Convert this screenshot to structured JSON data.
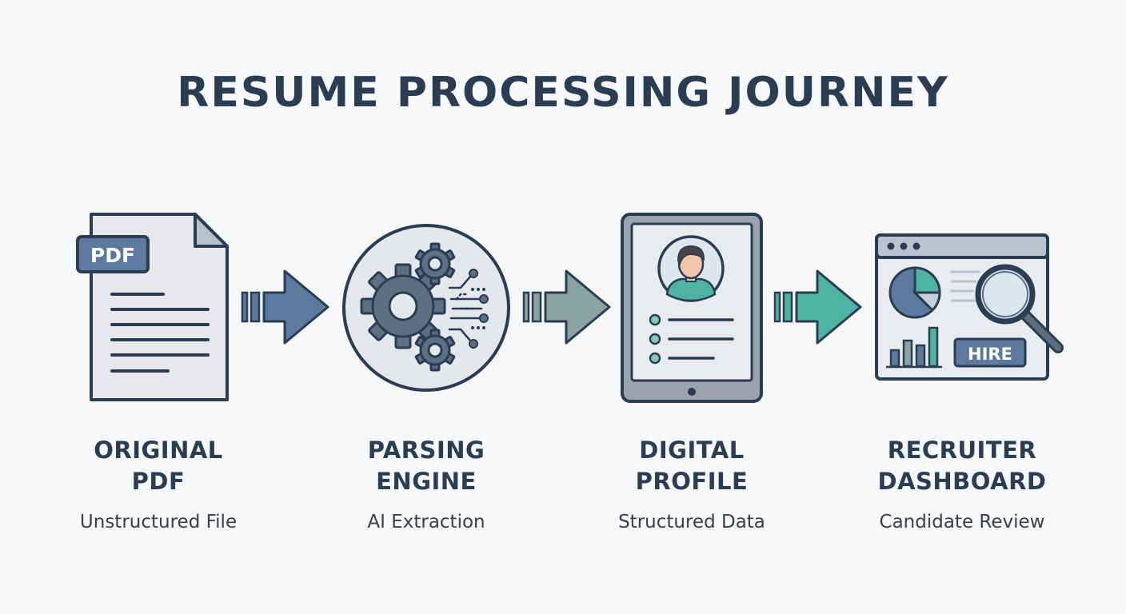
{
  "title": "RESUME PROCESSING JOURNEY",
  "colors": {
    "outline": "#2a3d52",
    "steel_blue": "#5b7a9d",
    "sage": "#8aa3a1",
    "teal": "#4fb3a3",
    "gear": "#5d6f83"
  },
  "stages": [
    {
      "line1": "ORIGINAL",
      "line2": "PDF",
      "subtitle": "Unstructured File",
      "icon": "pdf-document-icon",
      "badge": "PDF"
    },
    {
      "line1": "PARSING",
      "line2": "ENGINE",
      "subtitle": "AI Extraction",
      "icon": "gears-circuit-icon"
    },
    {
      "line1": "DIGITAL",
      "line2": "PROFILE",
      "subtitle": "Structured Data",
      "icon": "tablet-profile-icon"
    },
    {
      "line1": "RECRUITER",
      "line2": "DASHBOARD",
      "subtitle": "Candidate Review",
      "icon": "dashboard-window-icon",
      "button": "HIRE"
    }
  ],
  "arrows": [
    {
      "icon": "right-arrow-icon",
      "color": "#5b7a9d"
    },
    {
      "icon": "right-arrow-icon",
      "color": "#8aa3a1"
    },
    {
      "icon": "right-arrow-icon",
      "color": "#4fb3a3"
    }
  ]
}
